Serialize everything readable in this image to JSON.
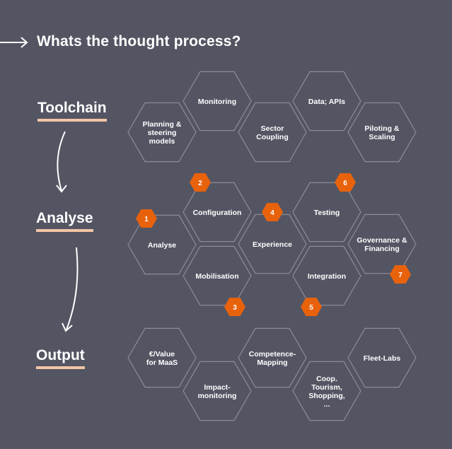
{
  "title": "Whats the thought process?",
  "stages": {
    "toolchain": "Toolchain",
    "analyse": "Analyse",
    "output": "Output"
  },
  "toolchain_hexes": [
    {
      "id": "planning",
      "lines": [
        "Planning &",
        "steering",
        "models"
      ]
    },
    {
      "id": "monitoring",
      "lines": [
        "Monitoring"
      ]
    },
    {
      "id": "sector",
      "lines": [
        "Sector",
        "Coupling"
      ]
    },
    {
      "id": "data",
      "lines": [
        "Data; APIs"
      ]
    },
    {
      "id": "piloting",
      "lines": [
        "Piloting &",
        "Scaling"
      ]
    }
  ],
  "analyse_hexes": [
    {
      "id": "analyse",
      "lines": [
        "Analyse"
      ],
      "badge": "1"
    },
    {
      "id": "configuration",
      "lines": [
        "Configuration"
      ],
      "badge": "2"
    },
    {
      "id": "mobilisation",
      "lines": [
        "Mobilisation"
      ],
      "badge": "3"
    },
    {
      "id": "experience",
      "lines": [
        "Experience"
      ],
      "badge": "4"
    },
    {
      "id": "integration",
      "lines": [
        "Integration"
      ],
      "badge": "5"
    },
    {
      "id": "testing",
      "lines": [
        "Testing"
      ],
      "badge": "6"
    },
    {
      "id": "governance",
      "lines": [
        "Governance &",
        "Financing"
      ],
      "badge": "7"
    }
  ],
  "output_hexes": [
    {
      "id": "value",
      "lines": [
        "€/Value",
        "for MaaS"
      ]
    },
    {
      "id": "impact",
      "lines": [
        "Impact-",
        "monitoring"
      ]
    },
    {
      "id": "competence",
      "lines": [
        "Competence-",
        "Mapping"
      ]
    },
    {
      "id": "coop",
      "lines": [
        "Coop.",
        "Tourism,",
        "Shopping,",
        "..."
      ]
    },
    {
      "id": "fleet",
      "lines": [
        "Fleet-Labs"
      ]
    }
  ],
  "colors": {
    "background": "#545563",
    "hex_stroke": "#8b8c97",
    "badge": "#e8620c",
    "underline": "#f2c5a5",
    "text": "#ffffff"
  }
}
